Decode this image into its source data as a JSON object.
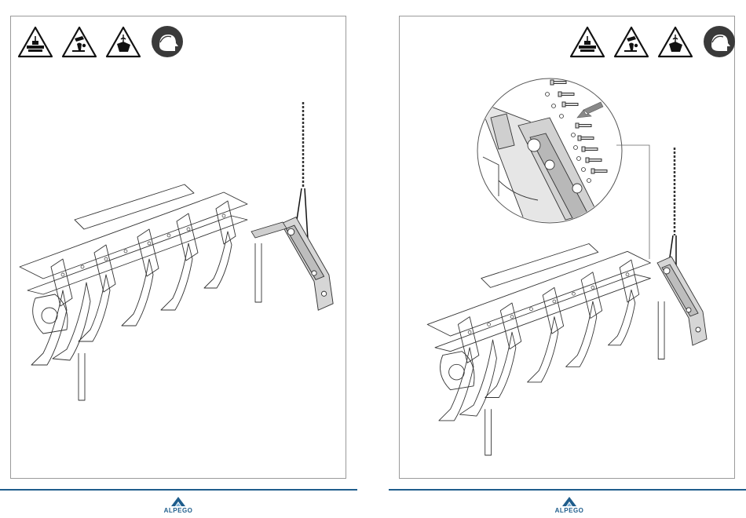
{
  "brand": {
    "logo_text": "ALPEGO",
    "color": "#1f5d8c"
  },
  "pages": [
    {
      "side": "left",
      "safety_icons": [
        "crush-hazard-icon",
        "lifting-hazard-icon",
        "suspended-load-icon",
        "helmet-required-icon"
      ],
      "illustration": "subsoiler-frame-with-hoisted-side-section"
    },
    {
      "side": "right",
      "safety_icons": [
        "crush-hazard-icon",
        "lifting-hazard-icon",
        "suspended-load-icon",
        "helmet-required-icon"
      ],
      "illustration": "subsoiler-frame-side-section-bolted-with-detail-inset"
    }
  ]
}
